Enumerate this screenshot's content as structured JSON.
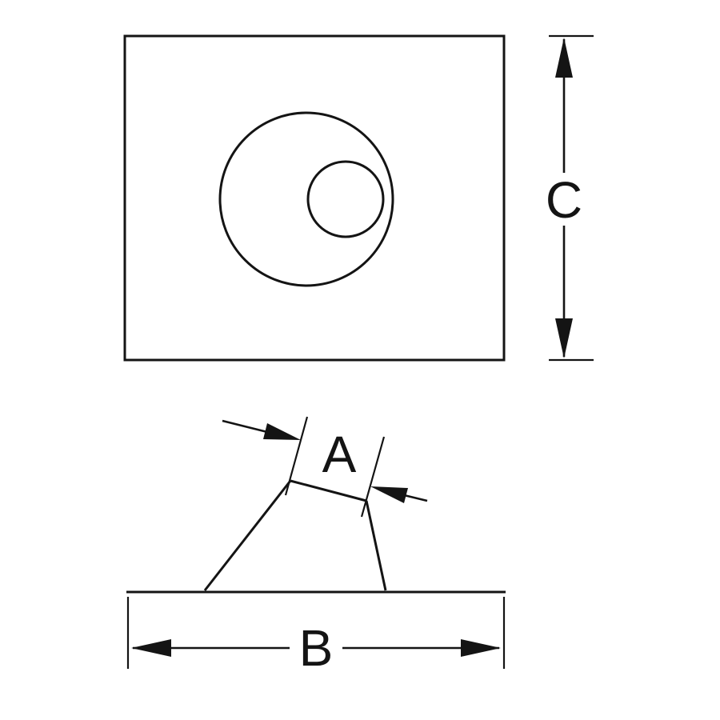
{
  "diagram": {
    "description": "Technical dimension drawing of a roof pipe flashing: top view (square base plate with offset round collar) and side profile view (cone on base), with dimension callouts",
    "stroke_color": "#141414",
    "background_color": "#ffffff",
    "dimensions": {
      "a": {
        "label": "A"
      },
      "b": {
        "label": "B"
      },
      "c": {
        "label": "C"
      }
    }
  }
}
